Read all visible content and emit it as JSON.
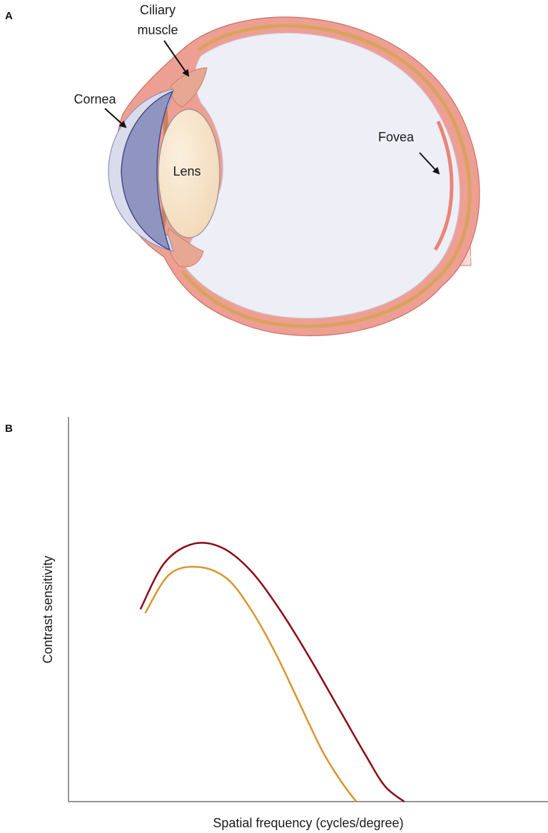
{
  "panel_a": {
    "letter": "A",
    "labels": {
      "ciliary_line1": "Ciliary",
      "ciliary_line2": "muscle",
      "cornea": "Cornea",
      "lens": "Lens",
      "fovea": "Fovea"
    },
    "colors": {
      "sclera": "#ee9f93",
      "choroid": "#d9a35c",
      "vitreous": "#eeeef6",
      "cornea": "#dadcec",
      "aqueous": "#8f94c0",
      "lens": "#f4e2c7",
      "iris": "#e6a892"
    }
  },
  "panel_b": {
    "letter": "B"
  },
  "chart_data": {
    "type": "line",
    "xlabel": "Spatial frequency (cycles/degree)",
    "ylabel": "Contrast sensitivity",
    "x_ticks": "none",
    "y_ticks": "none",
    "grid": false,
    "legend": "none",
    "xlim": [
      0,
      1
    ],
    "ylim": [
      0,
      1
    ],
    "series": [
      {
        "color": "#8b0a14",
        "x": [
          0.15,
          0.2,
          0.26,
          0.32,
          0.38,
          0.44,
          0.5,
          0.56,
          0.62,
          0.66,
          0.7
        ],
        "y": [
          0.5,
          0.62,
          0.67,
          0.66,
          0.6,
          0.5,
          0.38,
          0.25,
          0.12,
          0.04,
          0.0
        ]
      },
      {
        "color": "#d9952e",
        "x": [
          0.16,
          0.21,
          0.27,
          0.33,
          0.38,
          0.43,
          0.48,
          0.53,
          0.57,
          0.6
        ],
        "y": [
          0.49,
          0.59,
          0.61,
          0.58,
          0.5,
          0.39,
          0.26,
          0.13,
          0.05,
          0.0
        ]
      }
    ]
  }
}
